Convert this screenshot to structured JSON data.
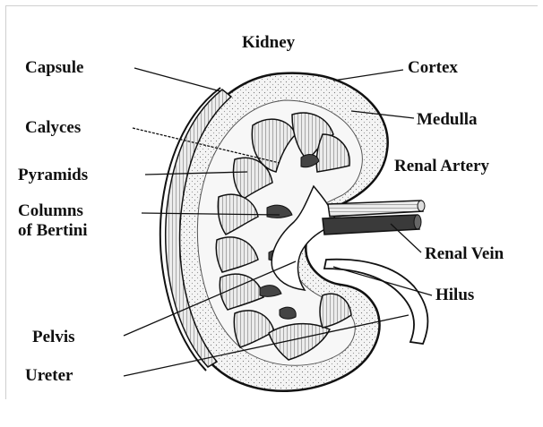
{
  "title": "Kidney",
  "labels": {
    "capsule": "Capsule",
    "calyces": "Calyces",
    "pyramids": "Pyramids",
    "columns_line1": "Columns",
    "columns_line2": "of Bertini",
    "pelvis": "Pelvis",
    "ureter": "Ureter",
    "cortex": "Cortex",
    "medulla": "Medulla",
    "renal_artery": "Renal Artery",
    "renal_vein": "Renal Vein",
    "hilus": "Hilus"
  },
  "colors": {
    "ink": "#111111",
    "cortex_fill": "#f2f2f2",
    "pyramid_fill": "#e6e6e6",
    "vessel_dark": "#333333"
  }
}
